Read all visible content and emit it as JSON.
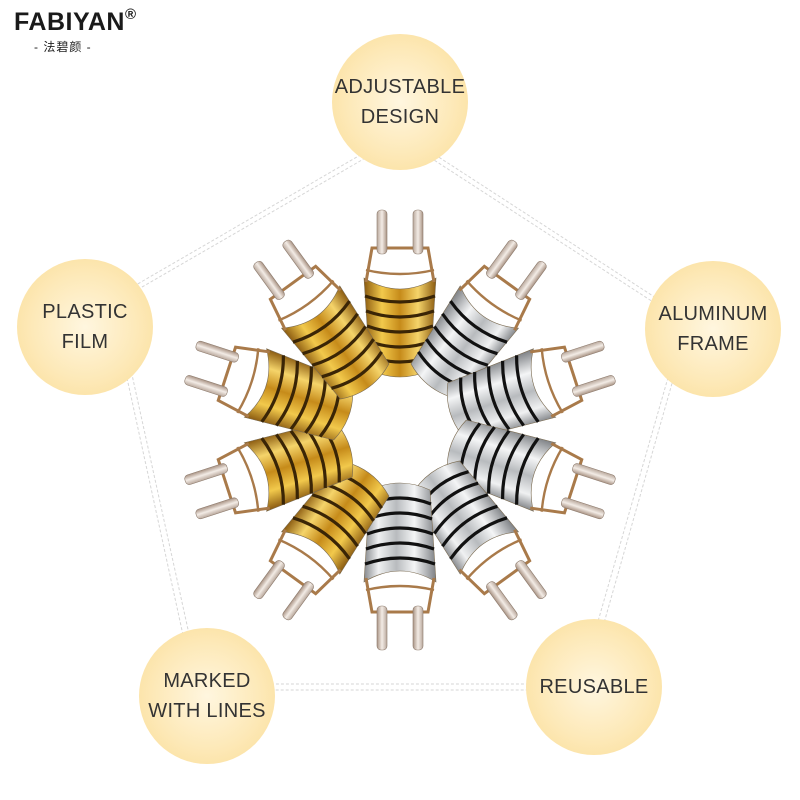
{
  "brand": {
    "name": "FABIYAN",
    "registered": "®",
    "subtitle": "- 法碧颜 -"
  },
  "features": {
    "top": "ADJUSTABLE DESIGN",
    "left": "PLASTIC FILM",
    "right": "ALUMINUM FRAME",
    "bottom_left": "MARKED WITH LINES",
    "bottom_right": "REUSABLE"
  },
  "colors": {
    "badge": "#fbdc94",
    "gold_foil": "#d9a324",
    "silver_foil": "#c9cbcd",
    "frame": "#a97a4a"
  },
  "product": {
    "name": "nail-forms",
    "items": [
      {
        "finish": "gold"
      },
      {
        "finish": "silver"
      },
      {
        "finish": "silver"
      },
      {
        "finish": "silver"
      },
      {
        "finish": "silver"
      },
      {
        "finish": "silver"
      },
      {
        "finish": "gold"
      },
      {
        "finish": "gold"
      },
      {
        "finish": "gold"
      },
      {
        "finish": "gold"
      }
    ]
  }
}
